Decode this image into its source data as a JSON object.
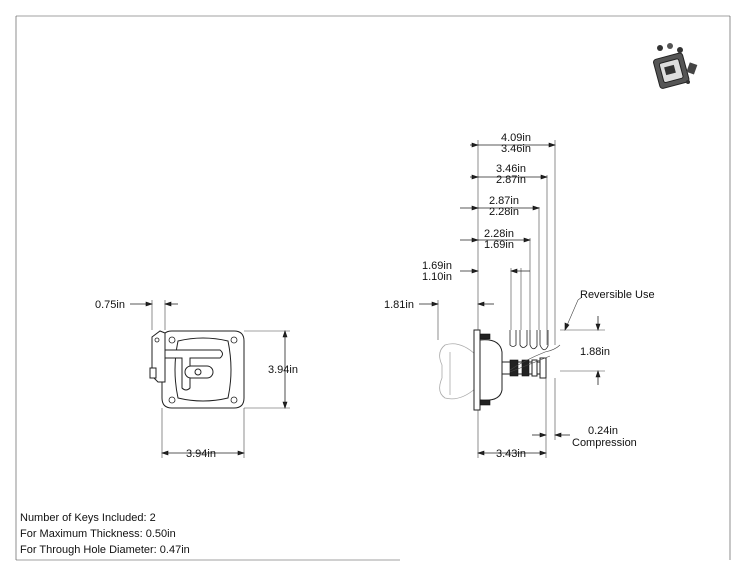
{
  "front_view": {
    "top_offset": "0.75in",
    "height": "3.94in",
    "width": "3.94in"
  },
  "side_view": {
    "dims": [
      {
        "a": "4.09in",
        "b": "3.46in"
      },
      {
        "a": "3.46in",
        "b": "2.87in"
      },
      {
        "a": "2.87in",
        "b": "2.28in"
      },
      {
        "a": "2.28in",
        "b": "1.69in"
      },
      {
        "a": "1.69in",
        "b": "1.10in"
      }
    ],
    "handle": "1.81in",
    "reversible": "Reversible Use",
    "height": "1.88in",
    "compression_value": "0.24in",
    "compression_label": "Compression",
    "depth": "3.43in"
  },
  "notes": [
    "Number of Keys Included: 2",
    "For Maximum Thickness: 0.50in",
    "For Through Hole Diameter: 0.47in"
  ]
}
